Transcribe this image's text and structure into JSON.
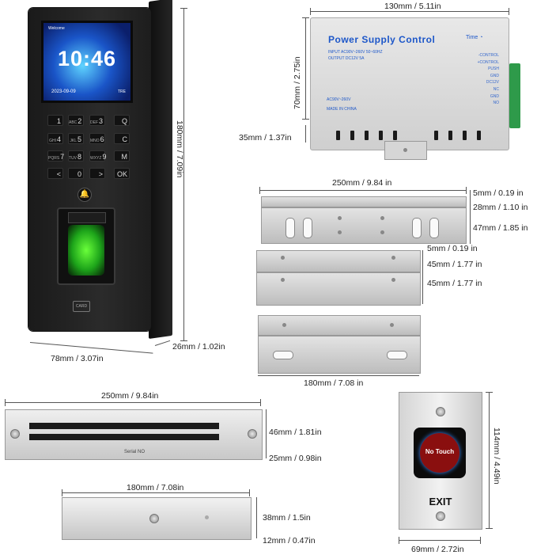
{
  "access_panel": {
    "screen_brand": "Welcome",
    "clock": "10:46",
    "date": "2023-09-09",
    "screen_status": "TRE",
    "keys": [
      {
        "main": "1",
        "sub": ""
      },
      {
        "main": "2",
        "sub": "ABC"
      },
      {
        "main": "3",
        "sub": "DEF"
      },
      {
        "main": "Q",
        "sub": ""
      },
      {
        "main": "4",
        "sub": "GHI"
      },
      {
        "main": "5",
        "sub": "JKL"
      },
      {
        "main": "6",
        "sub": "MNO"
      },
      {
        "main": "C",
        "sub": ""
      },
      {
        "main": "7",
        "sub": "PQRS"
      },
      {
        "main": "8",
        "sub": "TUV"
      },
      {
        "main": "9",
        "sub": "WXYZ"
      },
      {
        "main": "M",
        "sub": ""
      },
      {
        "main": "<",
        "sub": ""
      },
      {
        "main": "0",
        "sub": ""
      },
      {
        "main": ">",
        "sub": ""
      },
      {
        "main": "OK",
        "sub": ""
      }
    ],
    "card_label": "CARD",
    "bell_icon": "bell-icon",
    "dim_height": "180mm / 7.09in",
    "dim_width": "78mm / 3.07in",
    "dim_depth": "26mm / 1.02in"
  },
  "power_supply": {
    "title": "Power Supply Control",
    "time_label": "Time",
    "input_line": "INPUT   AC90V~260V 50~60HZ",
    "output_line": "OUTPUT  DC12V  5A",
    "ac_label": "AC90V~260V",
    "made_in": "MADE IN CHINA",
    "terminals": [
      "-CONTROL",
      "+CONTROL",
      "PUSH",
      "GND",
      "DC12V",
      "NC",
      "GND",
      "NO"
    ],
    "dim_width": "130mm / 5.11in",
    "dim_height": "70mm / 2.75in",
    "dim_depth": "35mm / 1.37in"
  },
  "brackets": {
    "dim_top_width": "250mm / 9.84 in",
    "dim_top_a": "5mm / 0.19 in",
    "dim_top_b": "28mm / 1.10 in",
    "dim_top_c": "47mm / 1.85 in",
    "dim_mid_a": "5mm / 0.19 in",
    "dim_mid_b": "45mm / 1.77 in",
    "dim_mid_c": "45mm / 1.77 in",
    "dim_bottom_width": "180mm / 7.08 in"
  },
  "magnetic_lock": {
    "label": "Serial NO",
    "dim_width": "250mm / 9.84in",
    "dim_height": "46mm / 1.81in",
    "dim_depth": "25mm / 0.98in"
  },
  "armature_plate": {
    "dim_width": "180mm / 7.08in",
    "dim_height": "38mm / 1.5in",
    "dim_depth": "12mm / 0.47in"
  },
  "exit_button": {
    "sensor_text": "No Touch",
    "label": "EXIT",
    "dim_height": "114mm / 4.49in",
    "dim_width": "69mm / 2.72in"
  },
  "colors": {
    "psu_title": "#1d57c9",
    "fingerprint_glow": "#3fe02a",
    "terminal_block": "#2e9a4a",
    "exit_ring": "#8a0f0f"
  }
}
